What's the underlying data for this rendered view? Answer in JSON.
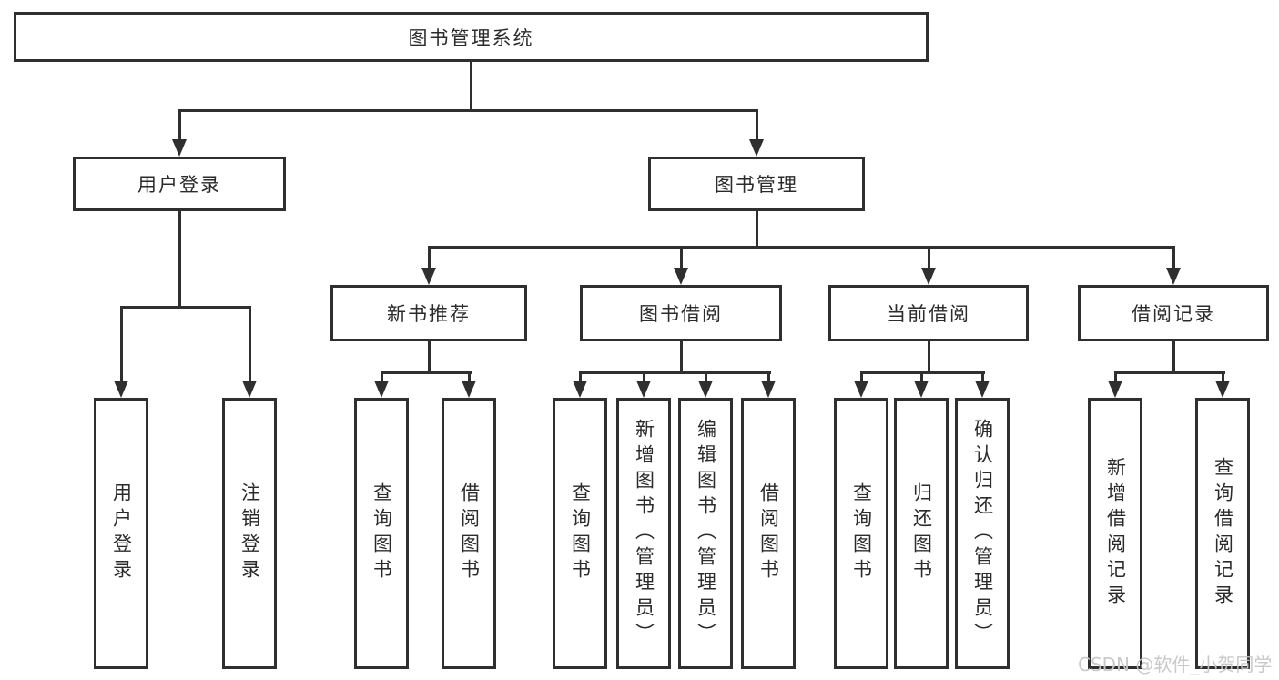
{
  "diagram": {
    "root": "图书管理系统",
    "level1": {
      "user_login": "用户登录",
      "book_mgmt": "图书管理"
    },
    "level2": {
      "new_book_rec": "新书推荐",
      "book_borrow": "图书借阅",
      "current_borrow": "当前借阅",
      "borrow_record": "借阅记录"
    },
    "leaves": {
      "user_login": "用户登录",
      "logout": "注销登录",
      "nb_query": "查询图书",
      "nb_borrow": "借阅图书",
      "bb_query": "查询图书",
      "bb_add": "新增图书（管理员）",
      "bb_edit": "编辑图书（管理员）",
      "bb_borrow": "借阅图书",
      "cb_query": "查询图书",
      "cb_return": "归还图书",
      "cb_confirm": "确认归还（管理员）",
      "br_add": "新增借阅记录",
      "br_query": "查询借阅记录"
    }
  },
  "watermark": "CSDN @软件_小贺同学",
  "colors": {
    "line": "#2f2f2f",
    "text": "#2b2b2b",
    "box_background": "#ffffff",
    "watermark": "#c6c6c6",
    "page_background": "#ffffff"
  }
}
